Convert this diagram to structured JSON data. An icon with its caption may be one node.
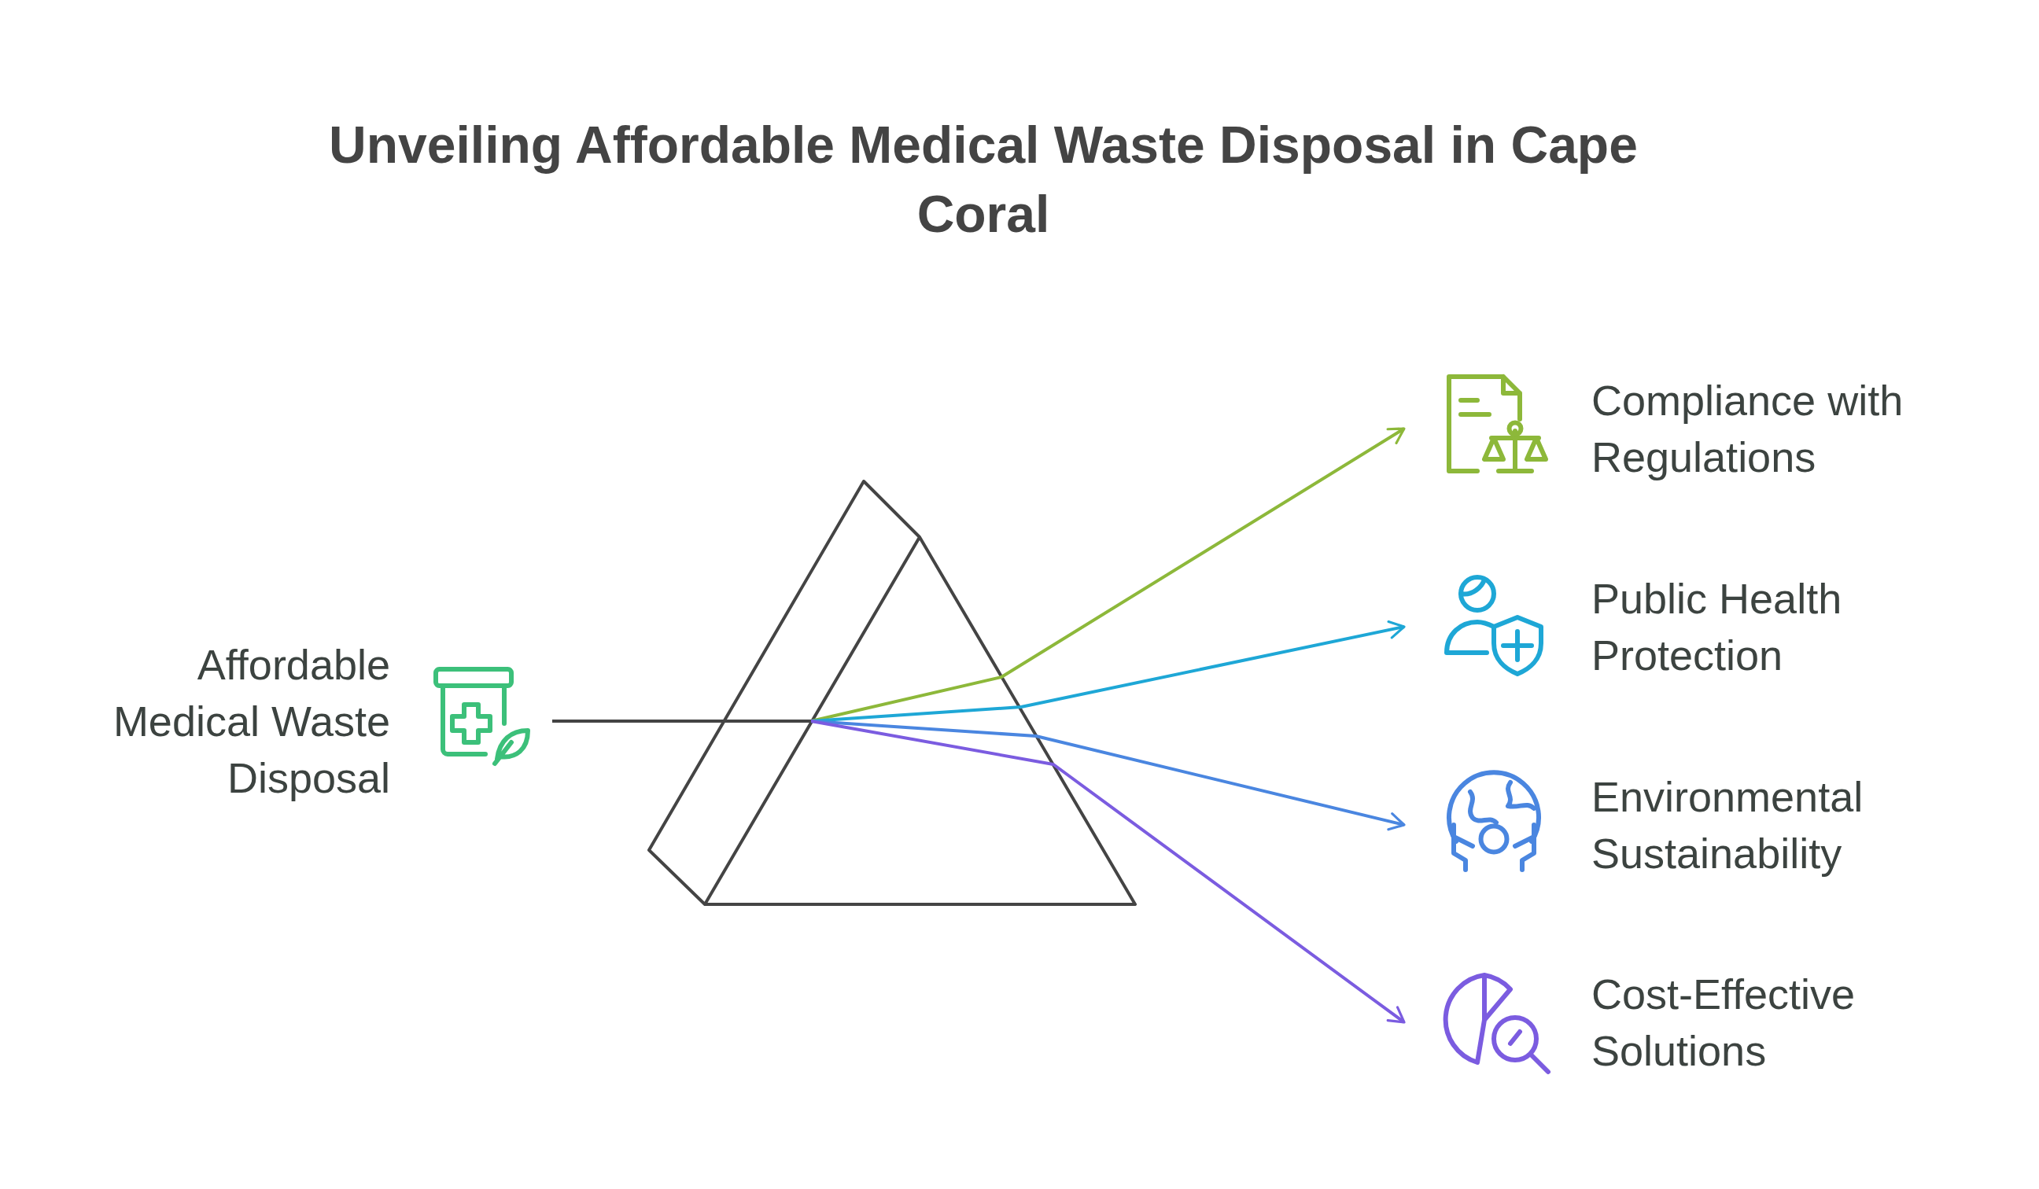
{
  "diagram": {
    "title": "Unveiling Affordable Medical Waste Disposal in Cape Coral",
    "nodes": [
      {
        "text": [
          "Affordable Medical Waste Disposal"
        ]
      },
      {
        "text": [
          "Compliance with Regulations"
        ]
      },
      {
        "text": [
          "Public Health Protection"
        ]
      },
      {
        "text": [
          "Environmental Sustainability"
        ]
      },
      {
        "text": [
          "Cost-Effective Solutions"
        ]
      }
    ],
    "edges": [
      {
        "from": 0,
        "to": 1,
        "arrow": "to",
        "color": "#8db83a"
      },
      {
        "from": 0,
        "to": 2,
        "arrow": "to",
        "color": "#1ea7d6"
      },
      {
        "from": 0,
        "to": 3,
        "arrow": "to",
        "color": "#4a86e0"
      },
      {
        "from": 0,
        "to": 4,
        "arrow": "to",
        "color": "#7b5ce0"
      }
    ]
  }
}
